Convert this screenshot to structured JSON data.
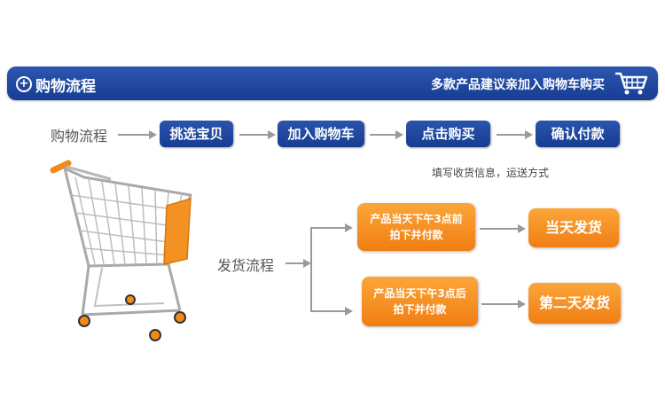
{
  "header": {
    "title": "购物流程",
    "note": "多款产品建议亲加入购物车购买"
  },
  "process": {
    "label": "购物流程",
    "steps": [
      "挑选宝贝",
      "加入购物车",
      "点击购买",
      "确认付款"
    ],
    "note": "填写收货信息，运送方式"
  },
  "shipping": {
    "label": "发货流程",
    "conditions": [
      {
        "line1": "产品当天下午3点前",
        "line2": "拍下并付款",
        "result": "当天发货"
      },
      {
        "line1": "产品当天下午3点后",
        "line2": "拍下并付款",
        "result": "第二天发货"
      }
    ]
  },
  "colors": {
    "header_blue": "#1d4699",
    "step_blue": "#1f4a9f",
    "orange": "#f4901e",
    "arrow_gray": "#9a9a9a"
  },
  "icons": [
    "plus-circle-icon",
    "shopping-cart-icon",
    "shopping-cart-illustration"
  ]
}
